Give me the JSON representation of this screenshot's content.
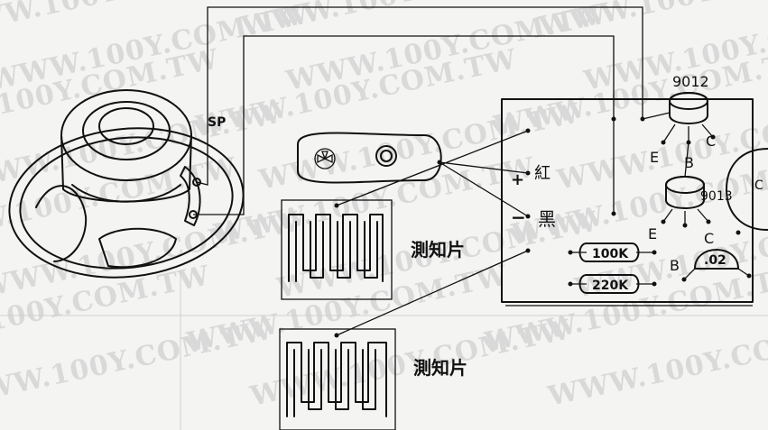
{
  "watermark": "WWW.100Y.COM.TW",
  "labels": {
    "sp": "SP",
    "plus": "+",
    "minus": "−",
    "red": "紅",
    "black": "黑",
    "sensor_upper": "測知片",
    "sensor_lower": "測知片",
    "q1_model": "9012",
    "q2_model": "9013",
    "q1_e": "E",
    "q1_b": "B",
    "q1_c": "C",
    "q2_e": "E",
    "q2_b": "B",
    "q2_c": "C",
    "r1": "100K",
    "r2": "220K",
    "cap": ".02",
    "edge_c": "C"
  }
}
